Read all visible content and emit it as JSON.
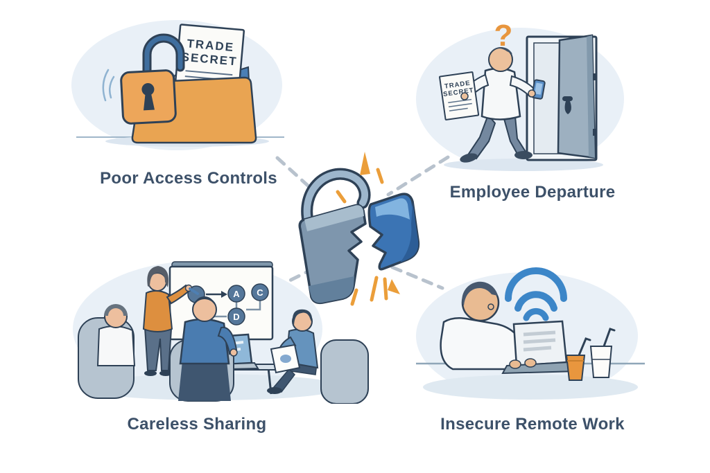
{
  "labels": {
    "poor_access_controls": "Poor Access Controls",
    "employee_departure": "Employee Departure",
    "careless_sharing": "Careless Sharing",
    "insecure_remote_work": "Insecure Remote Work"
  },
  "document_stamp": {
    "line1": "TRADE",
    "line2": "SECRET"
  },
  "whiteboard": {
    "nodes": [
      "A",
      "C",
      "D"
    ]
  },
  "symbols": {
    "question_mark": "?"
  },
  "center_icon": "broken-padlock",
  "colors": {
    "label_text": "#3D5169",
    "outline": "#2E4156",
    "folder_orange": "#E9A452",
    "burst_orange": "#EB9E3A",
    "question_orange": "#E8963E",
    "lock_blue": "#3B74B4",
    "wifi_blue": "#3C86C8",
    "steel_blue": "#7E96AD",
    "shirt_blue": "#4A7CB0",
    "cloud_blue": "#E9F0F7",
    "dashed_line": "#B8C2CD"
  }
}
